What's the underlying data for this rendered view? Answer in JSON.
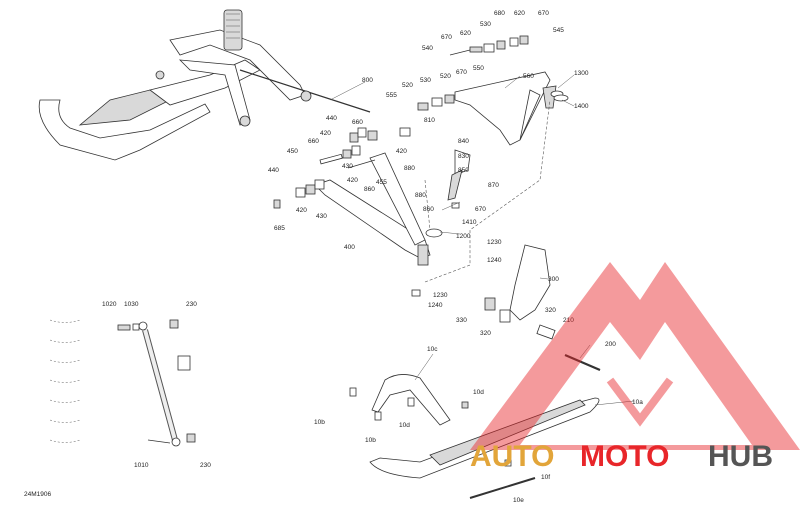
{
  "diagram": {
    "code": "24M1906",
    "callouts": [
      {
        "id": "c800",
        "text": "800"
      },
      {
        "id": "c680a",
        "text": "680"
      },
      {
        "id": "c620a",
        "text": "620"
      },
      {
        "id": "c670a",
        "text": "670"
      },
      {
        "id": "c530a",
        "text": "530"
      },
      {
        "id": "c545",
        "text": "545"
      },
      {
        "id": "c540",
        "text": "540"
      },
      {
        "id": "c670b",
        "text": "670"
      },
      {
        "id": "c620b",
        "text": "620"
      },
      {
        "id": "c550",
        "text": "550"
      },
      {
        "id": "c670c",
        "text": "670"
      },
      {
        "id": "c520a",
        "text": "520"
      },
      {
        "id": "c560",
        "text": "560"
      },
      {
        "id": "c1300",
        "text": "1300"
      },
      {
        "id": "c1400",
        "text": "1400"
      },
      {
        "id": "c520b",
        "text": "520"
      },
      {
        "id": "c530b",
        "text": "530"
      },
      {
        "id": "c555",
        "text": "555"
      },
      {
        "id": "c810",
        "text": "810"
      },
      {
        "id": "c440a",
        "text": "440"
      },
      {
        "id": "c660a",
        "text": "660"
      },
      {
        "id": "c420a",
        "text": "420"
      },
      {
        "id": "c660b",
        "text": "660"
      },
      {
        "id": "c420b",
        "text": "420"
      },
      {
        "id": "c450",
        "text": "450"
      },
      {
        "id": "c430a",
        "text": "430"
      },
      {
        "id": "c840",
        "text": "840"
      },
      {
        "id": "c830",
        "text": "830"
      },
      {
        "id": "c880a",
        "text": "880"
      },
      {
        "id": "c850",
        "text": "850"
      },
      {
        "id": "c455",
        "text": "455"
      },
      {
        "id": "c440b",
        "text": "440"
      },
      {
        "id": "c420c",
        "text": "420"
      },
      {
        "id": "c860",
        "text": "860"
      },
      {
        "id": "c870",
        "text": "870"
      },
      {
        "id": "c880b",
        "text": "880"
      },
      {
        "id": "c860b",
        "text": "860"
      },
      {
        "id": "c670d",
        "text": "670"
      },
      {
        "id": "c685",
        "text": "685"
      },
      {
        "id": "c420d",
        "text": "420"
      },
      {
        "id": "c430b",
        "text": "430"
      },
      {
        "id": "c1410",
        "text": "1410"
      },
      {
        "id": "c1200",
        "text": "1200"
      },
      {
        "id": "c400",
        "text": "400"
      },
      {
        "id": "c1230a",
        "text": "1230"
      },
      {
        "id": "c1240a",
        "text": "1240"
      },
      {
        "id": "c300",
        "text": "300"
      },
      {
        "id": "c1230b",
        "text": "1230"
      },
      {
        "id": "c1240b",
        "text": "1240"
      },
      {
        "id": "c330",
        "text": "330"
      },
      {
        "id": "c320a",
        "text": "320"
      },
      {
        "id": "c320b",
        "text": "320"
      },
      {
        "id": "c210",
        "text": "210"
      },
      {
        "id": "c200",
        "text": "200"
      },
      {
        "id": "c1020",
        "text": "1020"
      },
      {
        "id": "c1030",
        "text": "1030"
      },
      {
        "id": "c230a",
        "text": "230"
      },
      {
        "id": "c1010",
        "text": "1010"
      },
      {
        "id": "c230b",
        "text": "230"
      },
      {
        "id": "c10c",
        "text": "10c"
      },
      {
        "id": "c10d1",
        "text": "10d"
      },
      {
        "id": "c10a",
        "text": "10a"
      },
      {
        "id": "c10b1",
        "text": "10b"
      },
      {
        "id": "c10b2",
        "text": "10b"
      },
      {
        "id": "c10d2",
        "text": "10d"
      },
      {
        "id": "c10f",
        "text": "10f"
      },
      {
        "id": "c10e",
        "text": "10e"
      }
    ]
  },
  "watermark": {
    "part1": "AUTO",
    "part2": "MOTO",
    "part3": "HUB",
    "color_red": "#e8262a",
    "color_gray": "#555555",
    "color_gold": "#e2a53a"
  }
}
